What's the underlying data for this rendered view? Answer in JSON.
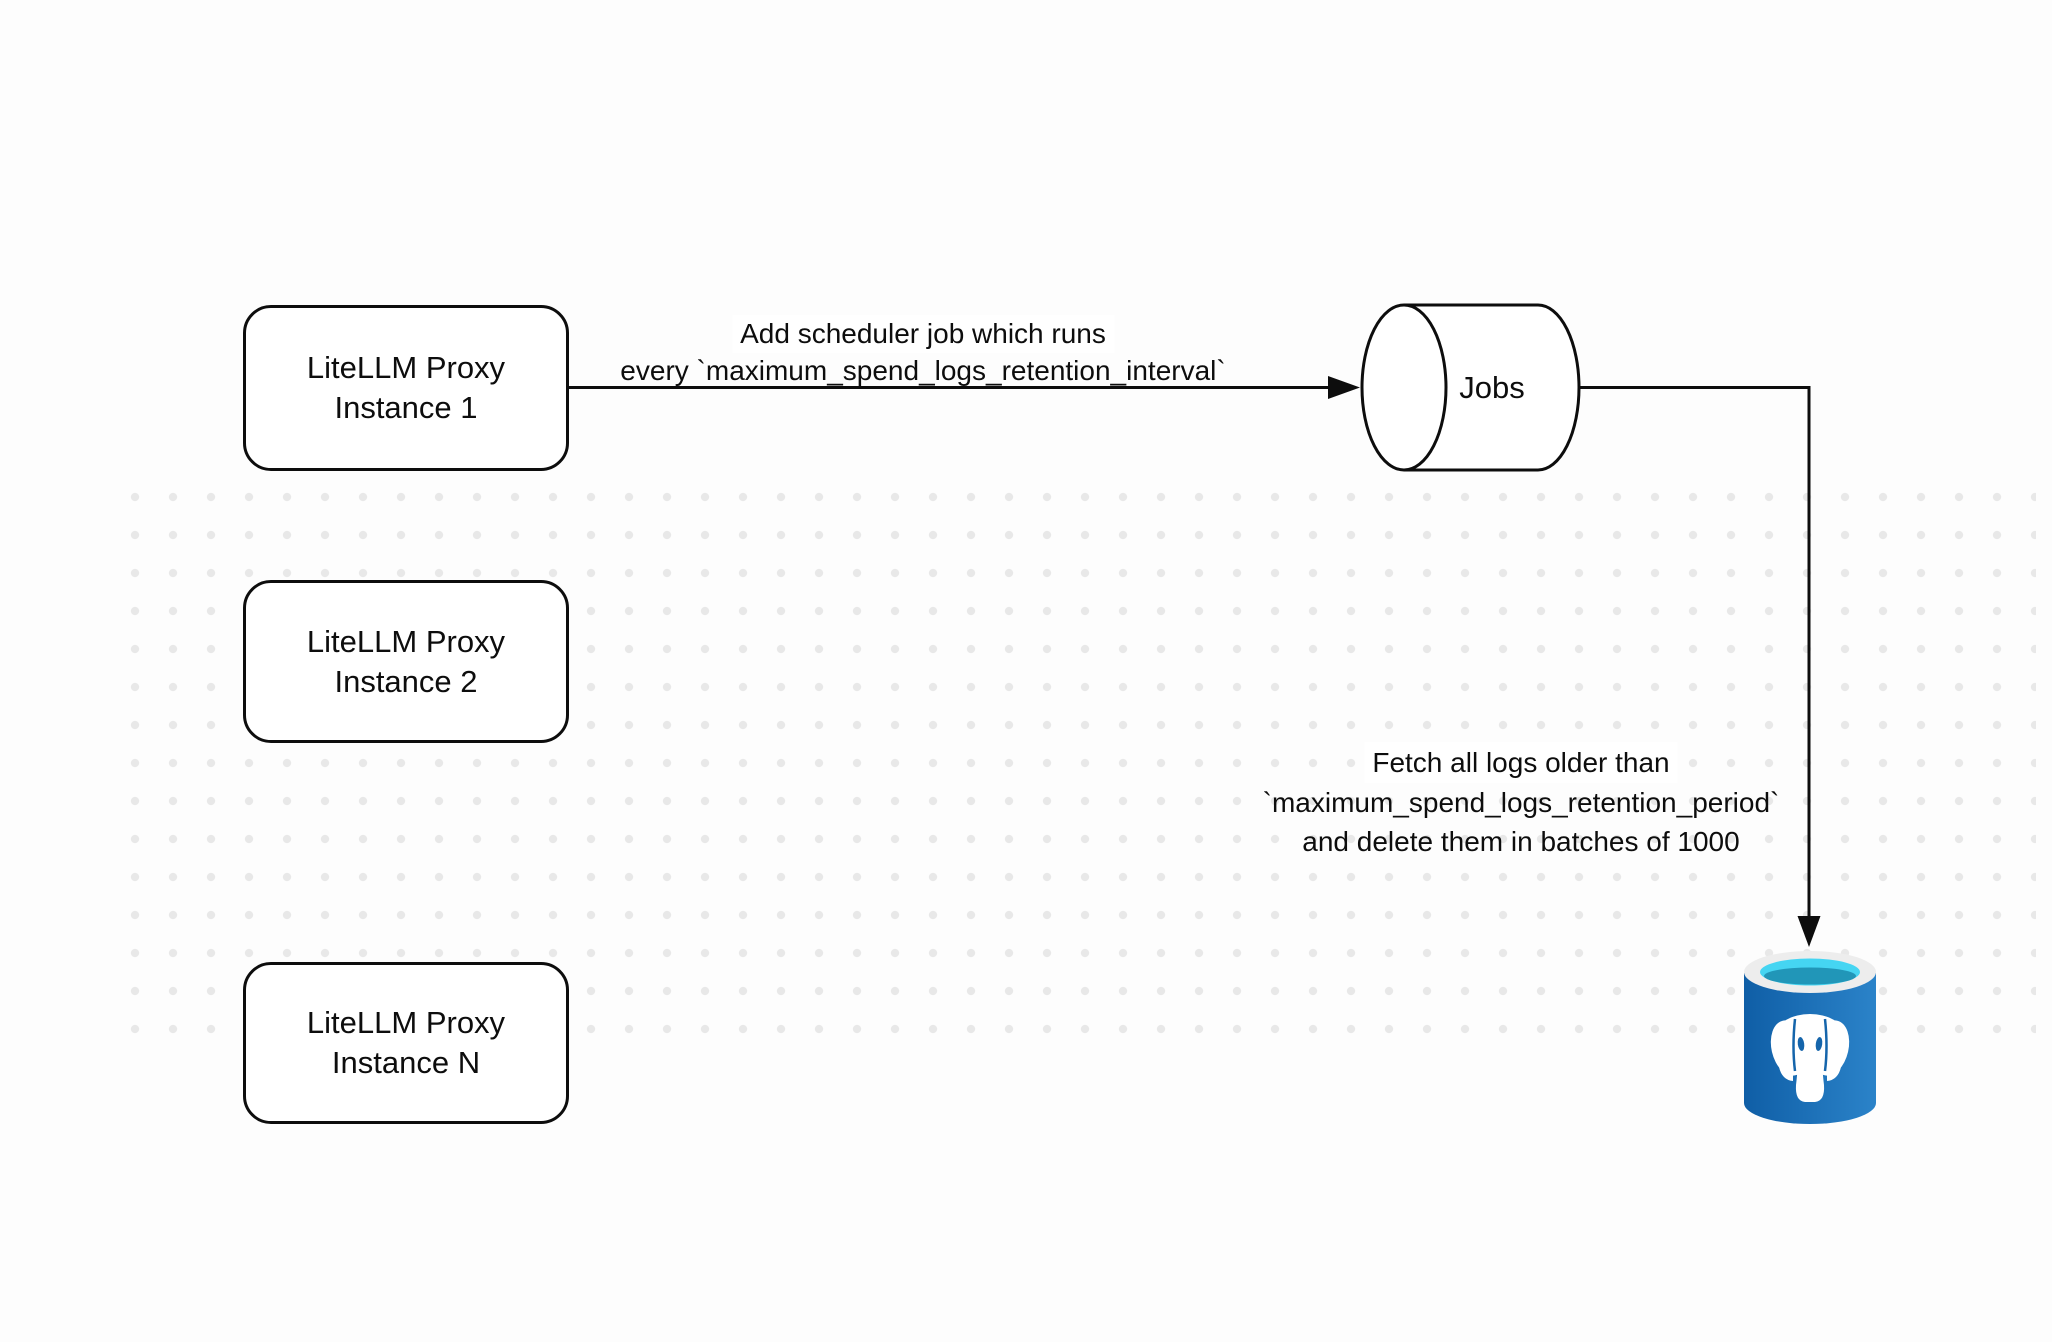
{
  "diagram": {
    "nodes": {
      "instance1": {
        "line1": "LiteLLM Proxy",
        "line2": "Instance 1"
      },
      "instance2": {
        "line1": "LiteLLM Proxy",
        "line2": "Instance 2"
      },
      "instanceN": {
        "line1": "LiteLLM Proxy",
        "line2": "Instance N"
      },
      "jobs": {
        "label": "Jobs"
      },
      "postgres": {
        "icon": "postgresql-database-icon"
      }
    },
    "edges": {
      "scheduler": {
        "line1": "Add scheduler job which runs",
        "line2": "every `maximum_spend_logs_retention_interval`"
      },
      "fetch": {
        "line1": "Fetch all logs older than",
        "line2": "`maximum_spend_logs_retention_period`",
        "line3": "and delete them in batches of 1000"
      }
    },
    "colors": {
      "canvas_bg": "#fdfdfd",
      "grid_dot": "#e8e8e8",
      "stroke": "#0d0d0d",
      "node_fill": "#ffffff",
      "pg_body_dark": "#0f5ea6",
      "pg_body_light": "#2b83c9",
      "pg_ring": "#ededed",
      "pg_water": "#45d5f2",
      "pg_water_dark": "#2196b8",
      "pg_elephant": "#ffffff",
      "pg_detail": "#1565ab"
    }
  }
}
